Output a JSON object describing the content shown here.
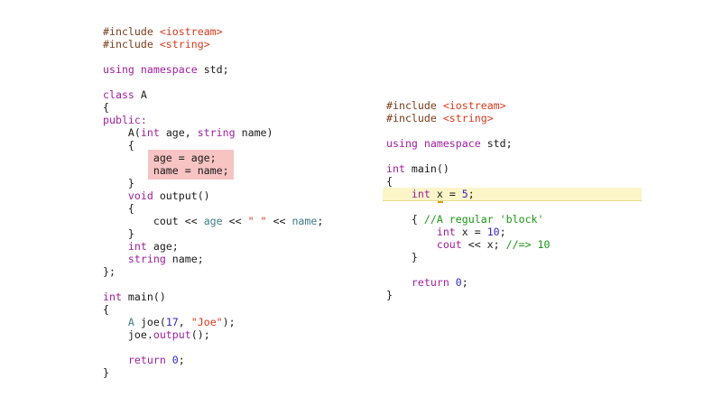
{
  "left_snippet": {
    "lines": [
      [
        {
          "text": "#include ",
          "cls": "pp"
        },
        {
          "text": "<iostream>",
          "cls": "str"
        }
      ],
      [
        {
          "text": "#include ",
          "cls": "pp"
        },
        {
          "text": "<string>",
          "cls": "str"
        }
      ],
      [],
      [
        {
          "text": "using namespace ",
          "cls": "kw"
        },
        {
          "text": "std;",
          "cls": "id"
        }
      ],
      [],
      [
        {
          "text": "class ",
          "cls": "kw"
        },
        {
          "text": "A",
          "cls": "id"
        }
      ],
      [
        {
          "text": "{",
          "cls": "id"
        }
      ],
      [
        {
          "text": "public:",
          "cls": "kw"
        }
      ],
      [
        {
          "text": "    A(",
          "cls": "id"
        },
        {
          "text": "int",
          "cls": "kw"
        },
        {
          "text": " age, ",
          "cls": "id"
        },
        {
          "text": "string",
          "cls": "kw"
        },
        {
          "text": " name)",
          "cls": "id"
        }
      ],
      [
        {
          "text": "    {",
          "cls": "id"
        }
      ],
      [
        {
          "text": "        age = age;",
          "cls": "id"
        }
      ],
      [
        {
          "text": "        name = name;",
          "cls": "id"
        }
      ],
      [
        {
          "text": "    }",
          "cls": "id"
        }
      ],
      [
        {
          "text": "    ",
          "cls": "id"
        },
        {
          "text": "void",
          "cls": "kw"
        },
        {
          "text": " output()",
          "cls": "id"
        }
      ],
      [
        {
          "text": "    {",
          "cls": "id"
        }
      ],
      [
        {
          "text": "        cout << ",
          "cls": "id"
        },
        {
          "text": "age",
          "cls": "member"
        },
        {
          "text": " << ",
          "cls": "id"
        },
        {
          "text": "\" \"",
          "cls": "str"
        },
        {
          "text": " << ",
          "cls": "id"
        },
        {
          "text": "name",
          "cls": "member"
        },
        {
          "text": ";",
          "cls": "id"
        }
      ],
      [
        {
          "text": "    }",
          "cls": "id"
        }
      ],
      [
        {
          "text": "    ",
          "cls": "id"
        },
        {
          "text": "int",
          "cls": "kw"
        },
        {
          "text": " age;",
          "cls": "id"
        }
      ],
      [
        {
          "text": "    ",
          "cls": "id"
        },
        {
          "text": "string",
          "cls": "kw"
        },
        {
          "text": " name;",
          "cls": "id"
        }
      ],
      [
        {
          "text": "};",
          "cls": "id"
        }
      ],
      [],
      [
        {
          "text": "int",
          "cls": "kw"
        },
        {
          "text": " main()",
          "cls": "id"
        }
      ],
      [
        {
          "text": "{",
          "cls": "id"
        }
      ],
      [
        {
          "text": "    ",
          "cls": "id"
        },
        {
          "text": "A",
          "cls": "member"
        },
        {
          "text": " joe(",
          "cls": "id"
        },
        {
          "text": "17",
          "cls": "num"
        },
        {
          "text": ", ",
          "cls": "id"
        },
        {
          "text": "\"Joe\"",
          "cls": "str"
        },
        {
          "text": ");",
          "cls": "id"
        }
      ],
      [
        {
          "text": "    joe.",
          "cls": "id"
        },
        {
          "text": "output",
          "cls": "kw"
        },
        {
          "text": "();",
          "cls": "id"
        }
      ],
      [],
      [
        {
          "text": "    ",
          "cls": "id"
        },
        {
          "text": "return",
          "cls": "kw"
        },
        {
          "text": " ",
          "cls": "id"
        },
        {
          "text": "0",
          "cls": "num"
        },
        {
          "text": ";",
          "cls": "id"
        }
      ],
      [
        {
          "text": "}",
          "cls": "id"
        }
      ]
    ]
  },
  "right_snippet": {
    "lines": [
      [
        {
          "text": "#include ",
          "cls": "pp"
        },
        {
          "text": "<iostream>",
          "cls": "str"
        }
      ],
      [
        {
          "text": "#include ",
          "cls": "pp"
        },
        {
          "text": "<string>",
          "cls": "str"
        }
      ],
      [],
      [
        {
          "text": "using namespace ",
          "cls": "kw"
        },
        {
          "text": "std;",
          "cls": "id"
        }
      ],
      [],
      [
        {
          "text": "int",
          "cls": "kw"
        },
        {
          "text": " main()",
          "cls": "id"
        }
      ],
      [
        {
          "text": "{",
          "cls": "id"
        }
      ],
      [
        {
          "text": "    ",
          "cls": "id"
        },
        {
          "text": "int",
          "cls": "kw"
        },
        {
          "text": " ",
          "cls": "id"
        },
        {
          "text": "x",
          "cls": "caret"
        },
        {
          "text": " = ",
          "cls": "id"
        },
        {
          "text": "5",
          "cls": "num"
        },
        {
          "text": ";",
          "cls": "id"
        }
      ],
      [],
      [
        {
          "text": "    { ",
          "cls": "id"
        },
        {
          "text": "//A regular 'block'",
          "cls": "cmt"
        }
      ],
      [
        {
          "text": "        ",
          "cls": "id"
        },
        {
          "text": "int",
          "cls": "kw"
        },
        {
          "text": " x = ",
          "cls": "id"
        },
        {
          "text": "10",
          "cls": "num"
        },
        {
          "text": ";",
          "cls": "id"
        }
      ],
      [
        {
          "text": "        ",
          "cls": "id"
        },
        {
          "text": "cout",
          "cls": "kw"
        },
        {
          "text": " << x; ",
          "cls": "id"
        },
        {
          "text": "//=> 10",
          "cls": "cmt"
        }
      ],
      [
        {
          "text": "    }",
          "cls": "id"
        }
      ],
      [],
      [
        {
          "text": "    ",
          "cls": "id"
        },
        {
          "text": "return",
          "cls": "kw"
        },
        {
          "text": " ",
          "cls": "id"
        },
        {
          "text": "0",
          "cls": "num"
        },
        {
          "text": ";",
          "cls": "id"
        }
      ],
      [
        {
          "text": "}",
          "cls": "id"
        }
      ]
    ]
  }
}
